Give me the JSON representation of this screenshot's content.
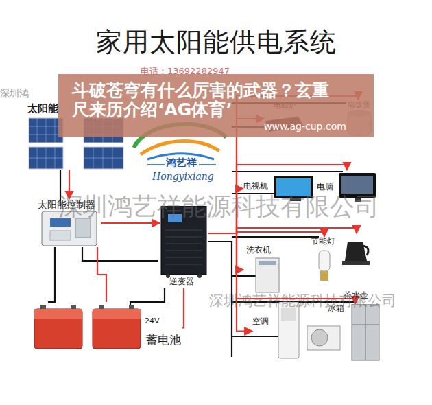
{
  "diagram": {
    "title": "家用太阳能供电系统",
    "nodes": [
      {
        "text": [
          "斗破苍穹有什么厉害的武器？玄重尺来历介绍‘AG体育’",
          "www.ag-cup.com"
        ]
      },
      {
        "text": [
          "太阳能"
        ]
      },
      {
        "text": [
          "太阳能控制器"
        ]
      },
      {
        "text": [
          "逆变器"
        ]
      },
      {
        "text": [
          "蓄电池",
          "24V"
        ]
      },
      {
        "text": [
          "电磁炉"
        ]
      },
      {
        "text": [
          "电饭煲"
        ]
      },
      {
        "text": [
          "电视机"
        ]
      },
      {
        "text": [
          "电脑"
        ]
      },
      {
        "text": [
          "洗衣机"
        ]
      },
      {
        "text": [
          "节能灯"
        ]
      },
      {
        "text": [
          "茶水壶"
        ]
      },
      {
        "text": [
          "空调"
        ]
      },
      {
        "text": [
          "冰箱"
        ]
      }
    ],
    "edges": [
      {
        "from": 1,
        "to": 2,
        "arrow": "to"
      },
      {
        "from": 2,
        "to": 4,
        "arrow": "none"
      },
      {
        "from": 2,
        "to": 3,
        "arrow": "to"
      },
      {
        "from": 4,
        "to": 3,
        "arrow": "none"
      },
      {
        "from": 3,
        "to": 5,
        "arrow": "to"
      },
      {
        "from": 3,
        "to": 6,
        "arrow": "to"
      },
      {
        "from": 3,
        "to": 7,
        "arrow": "to"
      },
      {
        "from": 3,
        "to": 8,
        "arrow": "to"
      },
      {
        "from": 3,
        "to": 9,
        "arrow": "to"
      },
      {
        "from": 3,
        "to": 10,
        "arrow": "to"
      },
      {
        "from": 3,
        "to": 11,
        "arrow": "to"
      },
      {
        "from": 3,
        "to": 12,
        "arrow": "to"
      },
      {
        "from": 3,
        "to": 13,
        "arrow": "to"
      }
    ],
    "labels": [
      "电话：13692282947",
      "深圳鸿",
      "鸿艺祥",
      "Hongyixiang",
      "深圳鸿艺祥能源科技有限公司",
      "深圳鸿艺祥能源科技有限公司"
    ]
  }
}
